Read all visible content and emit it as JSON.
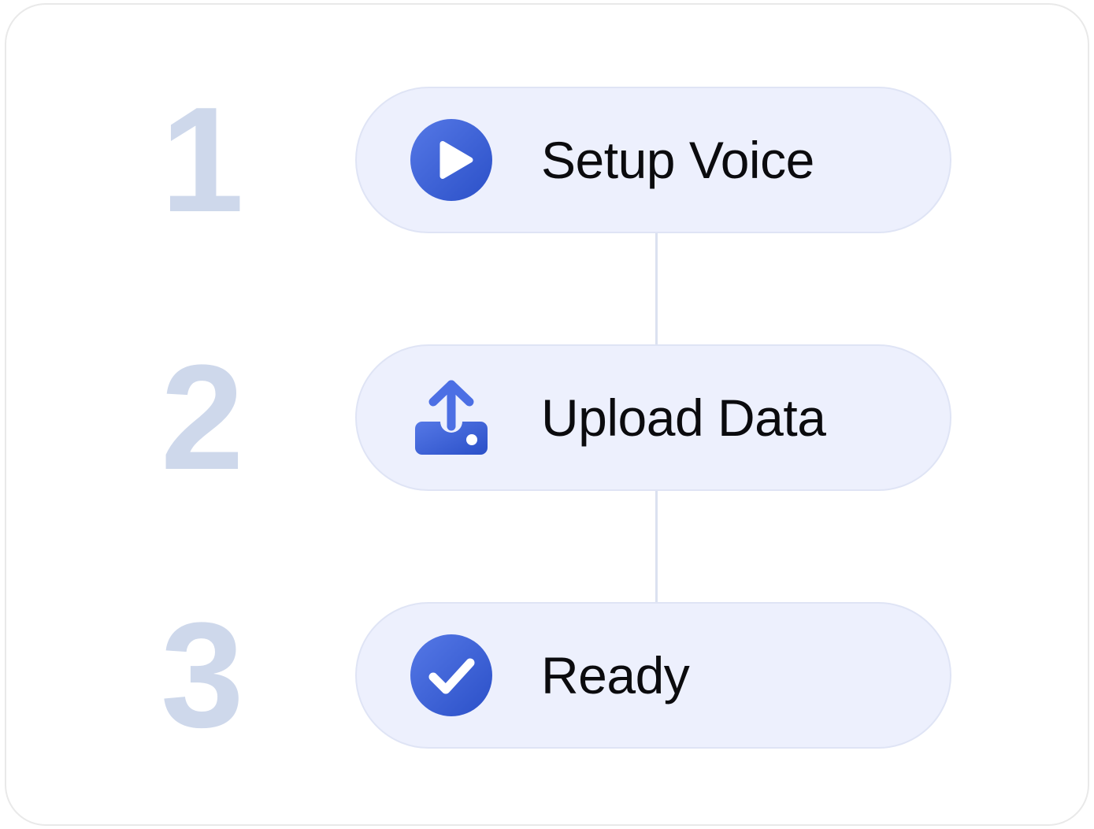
{
  "card": {
    "background": "#ffffff",
    "border_color": "#e9e9e9"
  },
  "theme": {
    "pill_background": "#edf0fd",
    "pill_border": "#dfe4f5",
    "number_color": "#ced8eb",
    "connector_color": "#dbe1f0",
    "accent_blue_light": "#4f74e3",
    "accent_blue_dark": "#2f55cc",
    "label_color": "#0b0b0e",
    "icon_glyph_color": "#ffffff"
  },
  "steps": [
    {
      "number": "1",
      "label": "Setup Voice",
      "icon": "play-circle-icon"
    },
    {
      "number": "2",
      "label": "Upload Data",
      "icon": "upload-drive-icon"
    },
    {
      "number": "3",
      "label": "Ready",
      "icon": "check-circle-icon"
    }
  ]
}
